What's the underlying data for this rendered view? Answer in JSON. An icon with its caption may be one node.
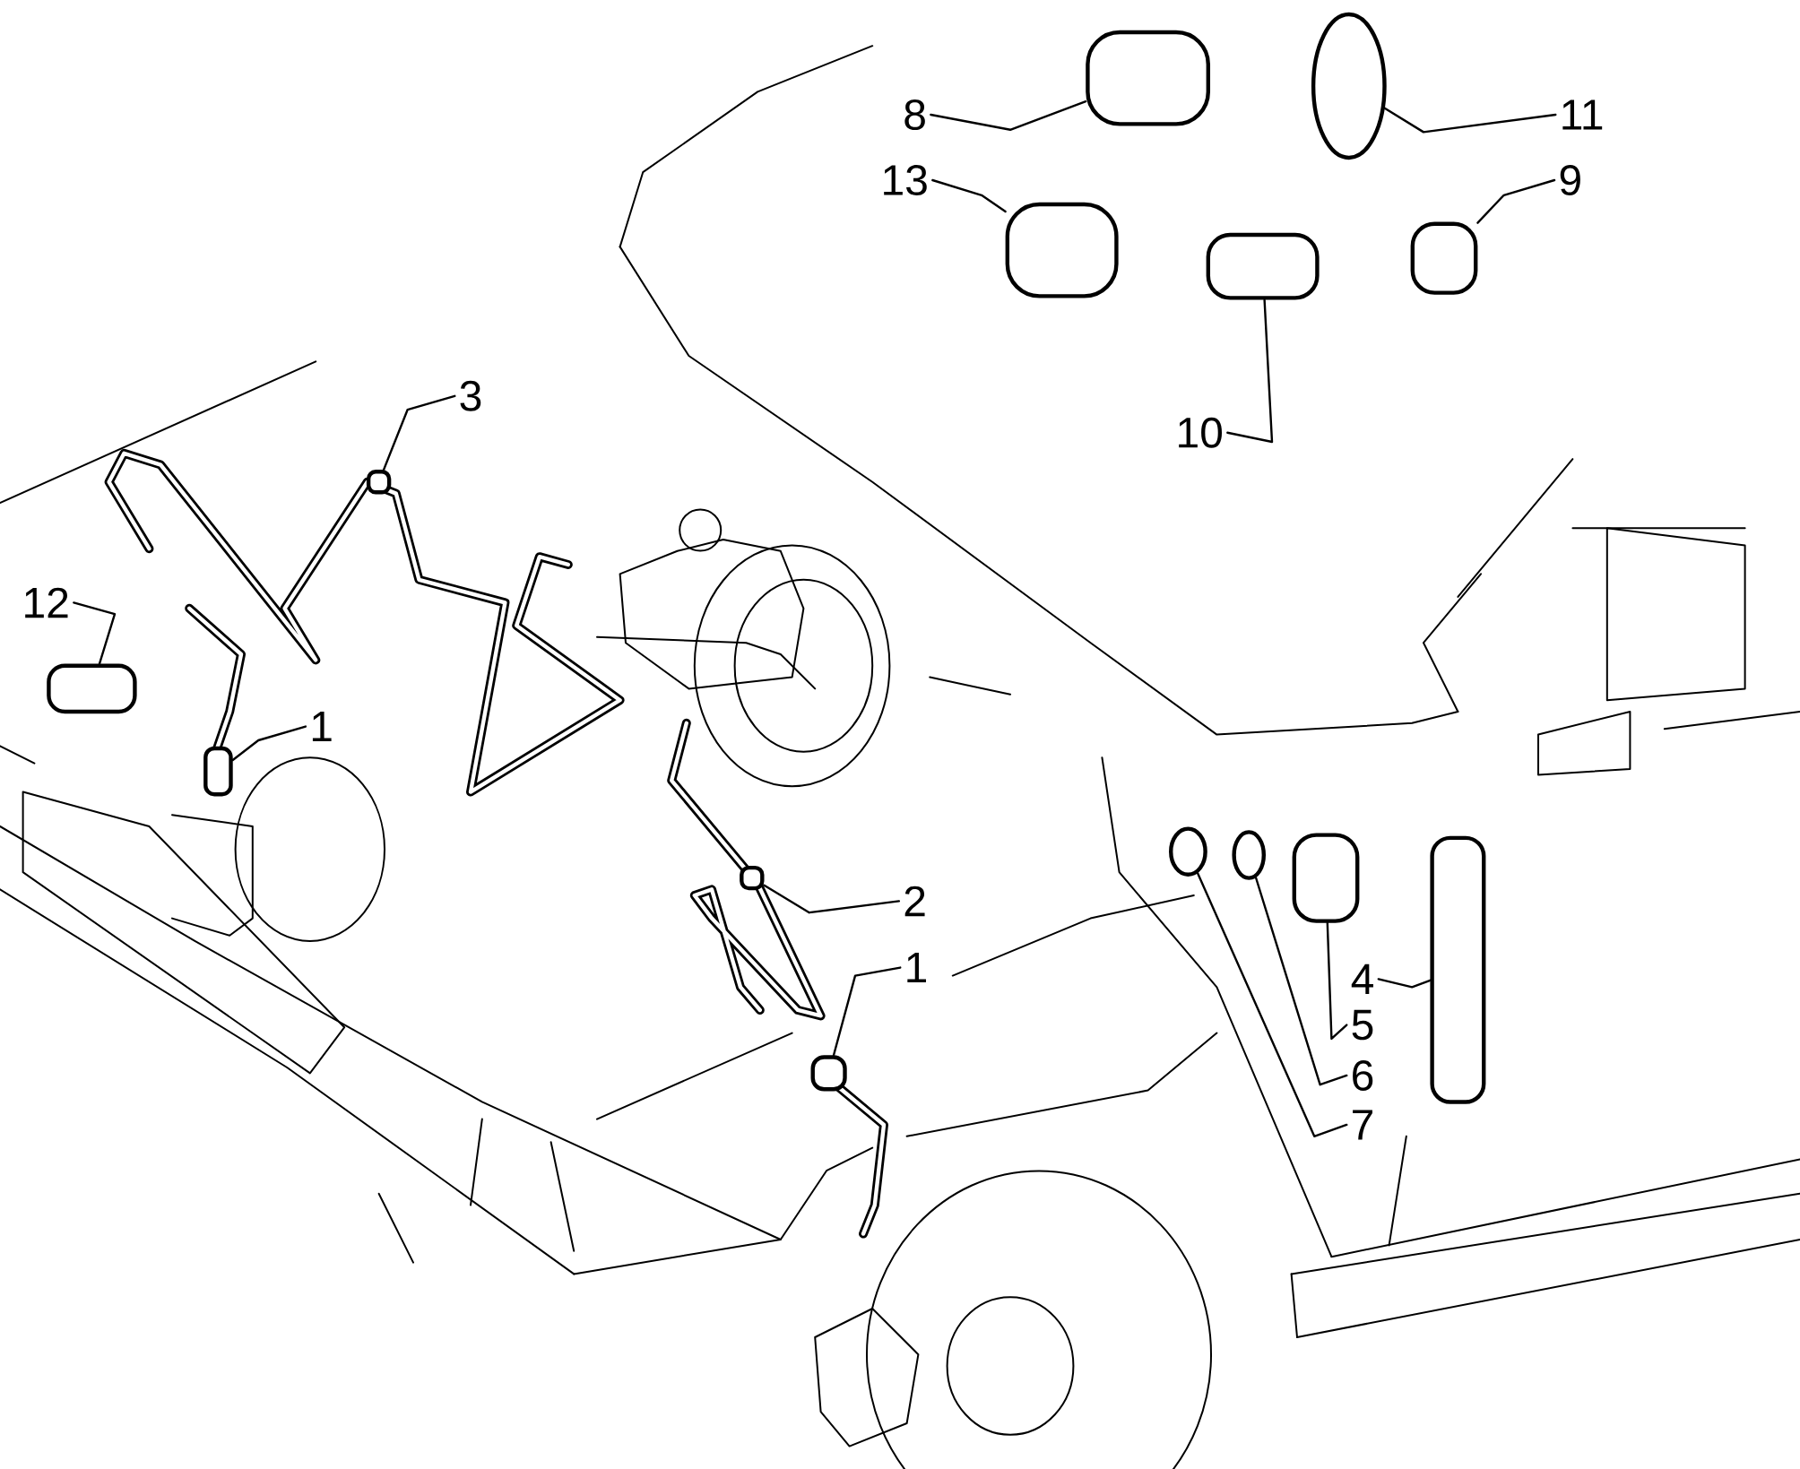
{
  "diagram": {
    "nodes": [
      {
        "text": [
          "8"
        ]
      },
      {
        "text": [],
        "shape": "box"
      },
      {
        "text": [
          "11"
        ]
      },
      {
        "text": [],
        "shape": "circle"
      },
      {
        "text": [
          "13"
        ]
      },
      {
        "text": [],
        "shape": "box"
      },
      {
        "text": [
          "9"
        ]
      },
      {
        "text": [],
        "shape": "box"
      },
      {
        "text": [
          "10"
        ]
      },
      {
        "text": [],
        "shape": "box"
      },
      {
        "text": [
          "3"
        ]
      },
      {
        "text": [],
        "shape": "box"
      },
      {
        "text": [
          "12"
        ]
      },
      {
        "text": [],
        "shape": "box"
      },
      {
        "text": [
          "1"
        ]
      },
      {
        "text": [],
        "shape": "box"
      },
      {
        "text": [
          "2"
        ]
      },
      {
        "text": [],
        "shape": "box"
      },
      {
        "text": [
          "1"
        ]
      },
      {
        "text": [],
        "shape": "box"
      },
      {
        "text": [
          "4"
        ]
      },
      {
        "text": [],
        "shape": "box"
      },
      {
        "text": [
          "5"
        ]
      },
      {
        "text": [],
        "shape": "box"
      },
      {
        "text": [
          "6"
        ]
      },
      {
        "text": [],
        "shape": "circle"
      },
      {
        "text": [
          "7"
        ]
      },
      {
        "text": [],
        "shape": "circle"
      }
    ],
    "edges": [
      {
        "from": 0,
        "to": 1,
        "arrow": "none"
      },
      {
        "from": 2,
        "to": 3,
        "arrow": "none"
      },
      {
        "from": 4,
        "to": 5,
        "arrow": "none"
      },
      {
        "from": 6,
        "to": 7,
        "arrow": "none"
      },
      {
        "from": 8,
        "to": 9,
        "arrow": "none"
      },
      {
        "from": 10,
        "to": 11,
        "arrow": "none"
      },
      {
        "from": 12,
        "to": 13,
        "arrow": "none"
      },
      {
        "from": 14,
        "to": 15,
        "arrow": "none"
      },
      {
        "from": 16,
        "to": 17,
        "arrow": "none"
      },
      {
        "from": 18,
        "to": 19,
        "arrow": "none"
      },
      {
        "from": 20,
        "to": 21,
        "arrow": "none"
      },
      {
        "from": 22,
        "to": 23,
        "arrow": "none"
      },
      {
        "from": 24,
        "to": 25,
        "arrow": "none"
      },
      {
        "from": 26,
        "to": 27,
        "arrow": "none"
      }
    ]
  }
}
